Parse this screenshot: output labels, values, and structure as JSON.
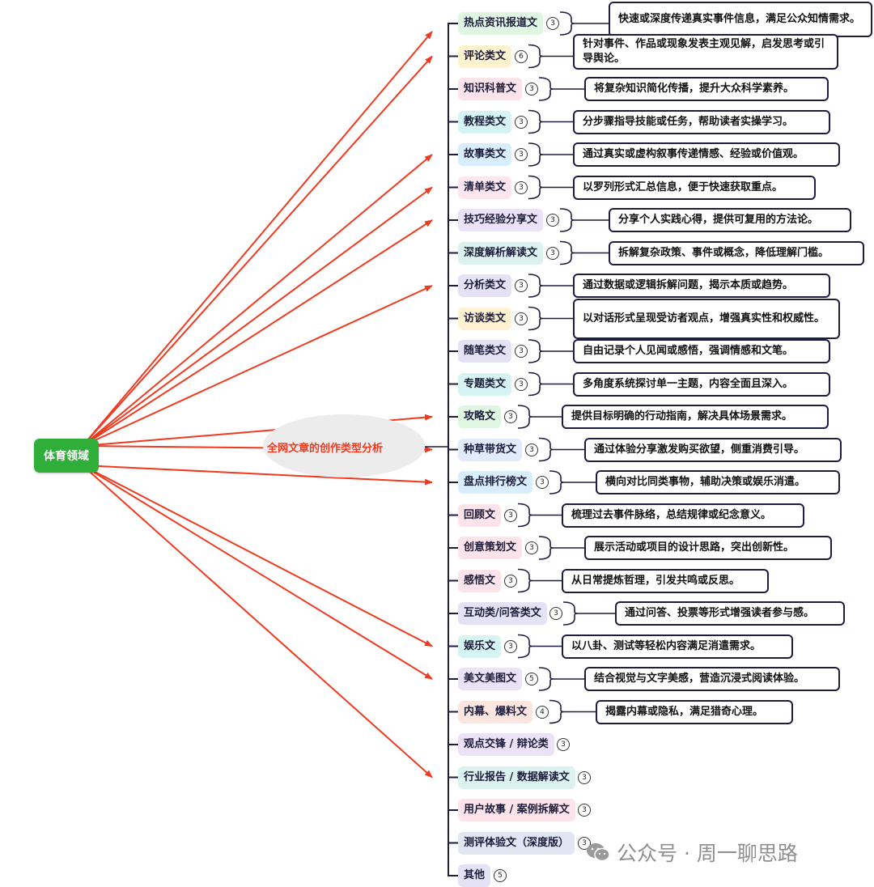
{
  "root_label": "体育领域",
  "central_label": "全网文章的创作类型分析",
  "categories": [
    {
      "label": "热点资讯报道文",
      "count": "3",
      "desc": "快速或深度传递真实事件信息，满足公众知情需求。",
      "color": "#dff6e3"
    },
    {
      "label": "评论类文",
      "count": "6",
      "desc": "针对事件、作品或现象发表主观见解，启发思考或引导舆论。",
      "color": "#fff3cf"
    },
    {
      "label": "知识科普文",
      "count": "3",
      "desc": "将复杂知识简化传播，提升大众科学素养。",
      "color": "#fde3ea"
    },
    {
      "label": "教程类文",
      "count": "3",
      "desc": "分步骤指导技能或任务，帮助读者实操学习。",
      "color": "#d6f4f2"
    },
    {
      "label": "故事类文",
      "count": "3",
      "desc": "通过真实或虚构叙事传递情感、经验或价值观。",
      "color": "#d8eefc"
    },
    {
      "label": "清单类文",
      "count": "3",
      "desc": "以罗列形式汇总信息，便于快速获取重点。",
      "color": "#fde6f0"
    },
    {
      "label": "技巧经验分享文",
      "count": "3",
      "desc": "分享个人实践心得，提供可复用的方法论。",
      "color": "#ece2f7"
    },
    {
      "label": "深度解析解读文",
      "count": "3",
      "desc": "拆解复杂政策、事件或概念，降低理解门槛。",
      "color": "#dcf2ef"
    },
    {
      "label": "分析类文",
      "count": "3",
      "desc": "通过数据或逻辑拆解问题，揭示本质或趋势。",
      "color": "#e5e2f6"
    },
    {
      "label": "访谈类文",
      "count": "3",
      "desc": "以对话形式呈现受访者观点，增强真实性和权威性。",
      "color": "#fff2d2"
    },
    {
      "label": "随笔类文",
      "count": "3",
      "desc": "自由记录个人见闻或感悟，强调情感和文笔。",
      "color": "#e5e2f6"
    },
    {
      "label": "专题类文",
      "count": "3",
      "desc": "多角度系统探讨单一主题，内容全面且深入。",
      "color": "#d6f4f2"
    },
    {
      "label": "攻略文",
      "count": "3",
      "desc": "提供目标明确的行动指南，解决具体场景需求。",
      "color": "#dff6e3"
    },
    {
      "label": "种草带货文",
      "count": "3",
      "desc": "通过体验分享激发购买欲望，侧重消费引导。",
      "color": "#e2ebfb"
    },
    {
      "label": "盘点排行榜文",
      "count": "3",
      "desc": "横向对比同类事物，辅助决策或娱乐消遣。",
      "color": "#d8eefc"
    },
    {
      "label": "回顾文",
      "count": "3",
      "desc": "梳理过去事件脉络，总结规律或纪念意义。",
      "color": "#fde3ea"
    },
    {
      "label": "创意策划文",
      "count": "3",
      "desc": "展示活动或项目的设计思路，突出创新性。",
      "color": "#fde3ea"
    },
    {
      "label": "感悟文",
      "count": "3",
      "desc": "从日常提炼哲理，引发共鸣或反思。",
      "color": "#fde3ea"
    },
    {
      "label": "互动类/问答类文",
      "count": "3",
      "desc": "通过问答、投票等形式增强读者参与感。",
      "color": "#e5e2f6"
    },
    {
      "label": "娱乐文",
      "count": "3",
      "desc": "以八卦、测试等轻松内容满足消遣需求。",
      "color": "#d6f4f2"
    },
    {
      "label": "美文美图文",
      "count": "5",
      "desc": "结合视觉与文字美感，营造沉浸式阅读体验。",
      "color": "#ece2f7"
    },
    {
      "label": "内幕、爆料文",
      "count": "4",
      "desc": "揭露内幕或隐私，满足猎奇心理。",
      "color": "#fde6e0"
    },
    {
      "label": "观点交锋 / 辩论类",
      "count": "3",
      "desc": "",
      "color": "#ece2f7"
    },
    {
      "label": "行业报告 / 数据解读文",
      "count": "3",
      "desc": "",
      "color": "#dcf2ef"
    },
    {
      "label": "用户故事 / 案例拆解文",
      "count": "3",
      "desc": "",
      "color": "#fde3ea"
    },
    {
      "label": "测评体验文（深度版）",
      "count": "3",
      "desc": "",
      "color": "#e2e6f3"
    },
    {
      "label": "其他",
      "count": "5",
      "desc": "",
      "color": "#e5e2f6"
    }
  ],
  "watermark": "公众号 · 周一聊思路",
  "colors": {
    "root": "#2fae3a",
    "arrows": "#ef3a20",
    "outline": "#1d1d3f"
  }
}
